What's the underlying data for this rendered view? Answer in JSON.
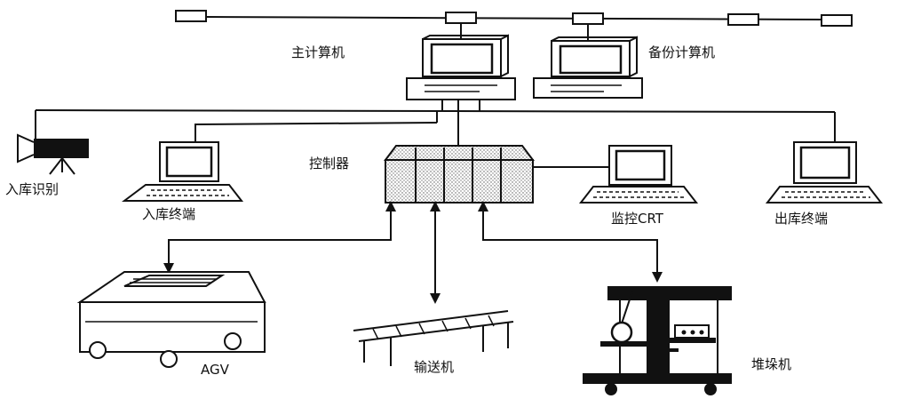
{
  "labels": {
    "main_computer": "主计算机",
    "backup_computer": "备份计算机",
    "inbound_id": "入库识别",
    "inbound_terminal": "入库终端",
    "controller": "控制器",
    "monitor_crt": "监控CRT",
    "outbound_terminal": "出库终端",
    "agv": "AGV",
    "conveyor": "输送机",
    "stacker": "堆垛机"
  },
  "icons": [
    "network-node-icon",
    "computer-icon",
    "camera-icon",
    "terminal-icon",
    "controller-icon",
    "agv-icon",
    "conveyor-icon",
    "stacker-crane-icon"
  ]
}
